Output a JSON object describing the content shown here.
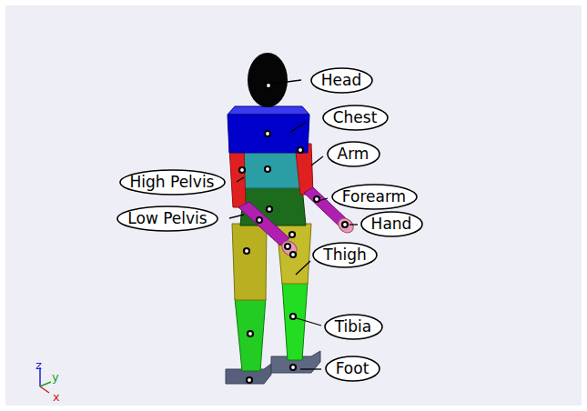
{
  "diagram": {
    "nodes": [
      {
        "text": [
          "Head"
        ]
      },
      {
        "text": [
          "Chest"
        ]
      },
      {
        "text": [
          "Arm"
        ]
      },
      {
        "text": [
          "High Pelvis"
        ]
      },
      {
        "text": [
          "Forearm"
        ]
      },
      {
        "text": [
          "Low Pelvis"
        ]
      },
      {
        "text": [
          "Hand"
        ]
      },
      {
        "text": [
          "Thigh"
        ]
      },
      {
        "text": [
          "Tibia"
        ]
      },
      {
        "text": [
          "Foot"
        ]
      }
    ],
    "labels": [
      "z",
      "y",
      "x"
    ]
  }
}
